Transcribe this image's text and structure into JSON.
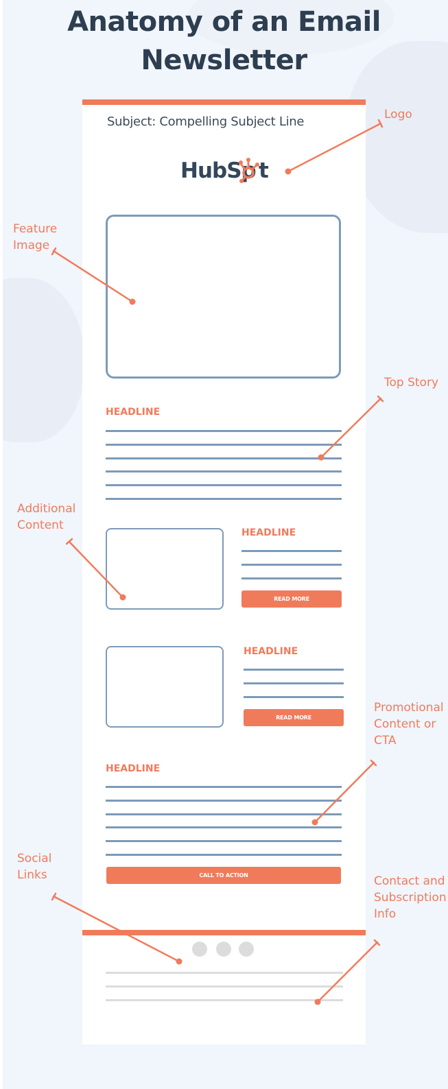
{
  "title": {
    "line1": "Anatomy of an Email",
    "line2": "Newsletter"
  },
  "email": {
    "subject": "Subject: Compelling Subject Line",
    "logo": {
      "text_left": "HubSp",
      "text_right": "t",
      "icon": "sprocket-icon"
    },
    "top_story": {
      "headline": "HEADLINE"
    },
    "additional_1": {
      "headline": "HEADLINE",
      "button": "READ MORE"
    },
    "additional_2": {
      "headline": "HEADLINE",
      "button": "READ MORE"
    },
    "promo": {
      "headline": "HEADLINE",
      "button": "CALL TO ACTION"
    },
    "social_icons": [
      "social-icon-1",
      "social-icon-2",
      "social-icon-3"
    ]
  },
  "annotations": {
    "logo": "Logo",
    "feature_image": {
      "line1": "Feature",
      "line2": "Image"
    },
    "top_story": "Top Story",
    "additional_content": {
      "line1": "Additional",
      "line2": "Content"
    },
    "promotional": {
      "line1": "Promotional",
      "line2": "Content or",
      "line3": "CTA"
    },
    "social_links": {
      "line1": "Social",
      "line2": "Links"
    },
    "contact": {
      "line1": "Contact and",
      "line2": "Subscription",
      "line3": "Info"
    }
  },
  "colors": {
    "accent": "#f07b5b",
    "title": "#2d3e50",
    "placeholder_stroke": "#7d9ab9",
    "footer_gray": "#dcdcdc",
    "background": "#f1f5fc"
  }
}
